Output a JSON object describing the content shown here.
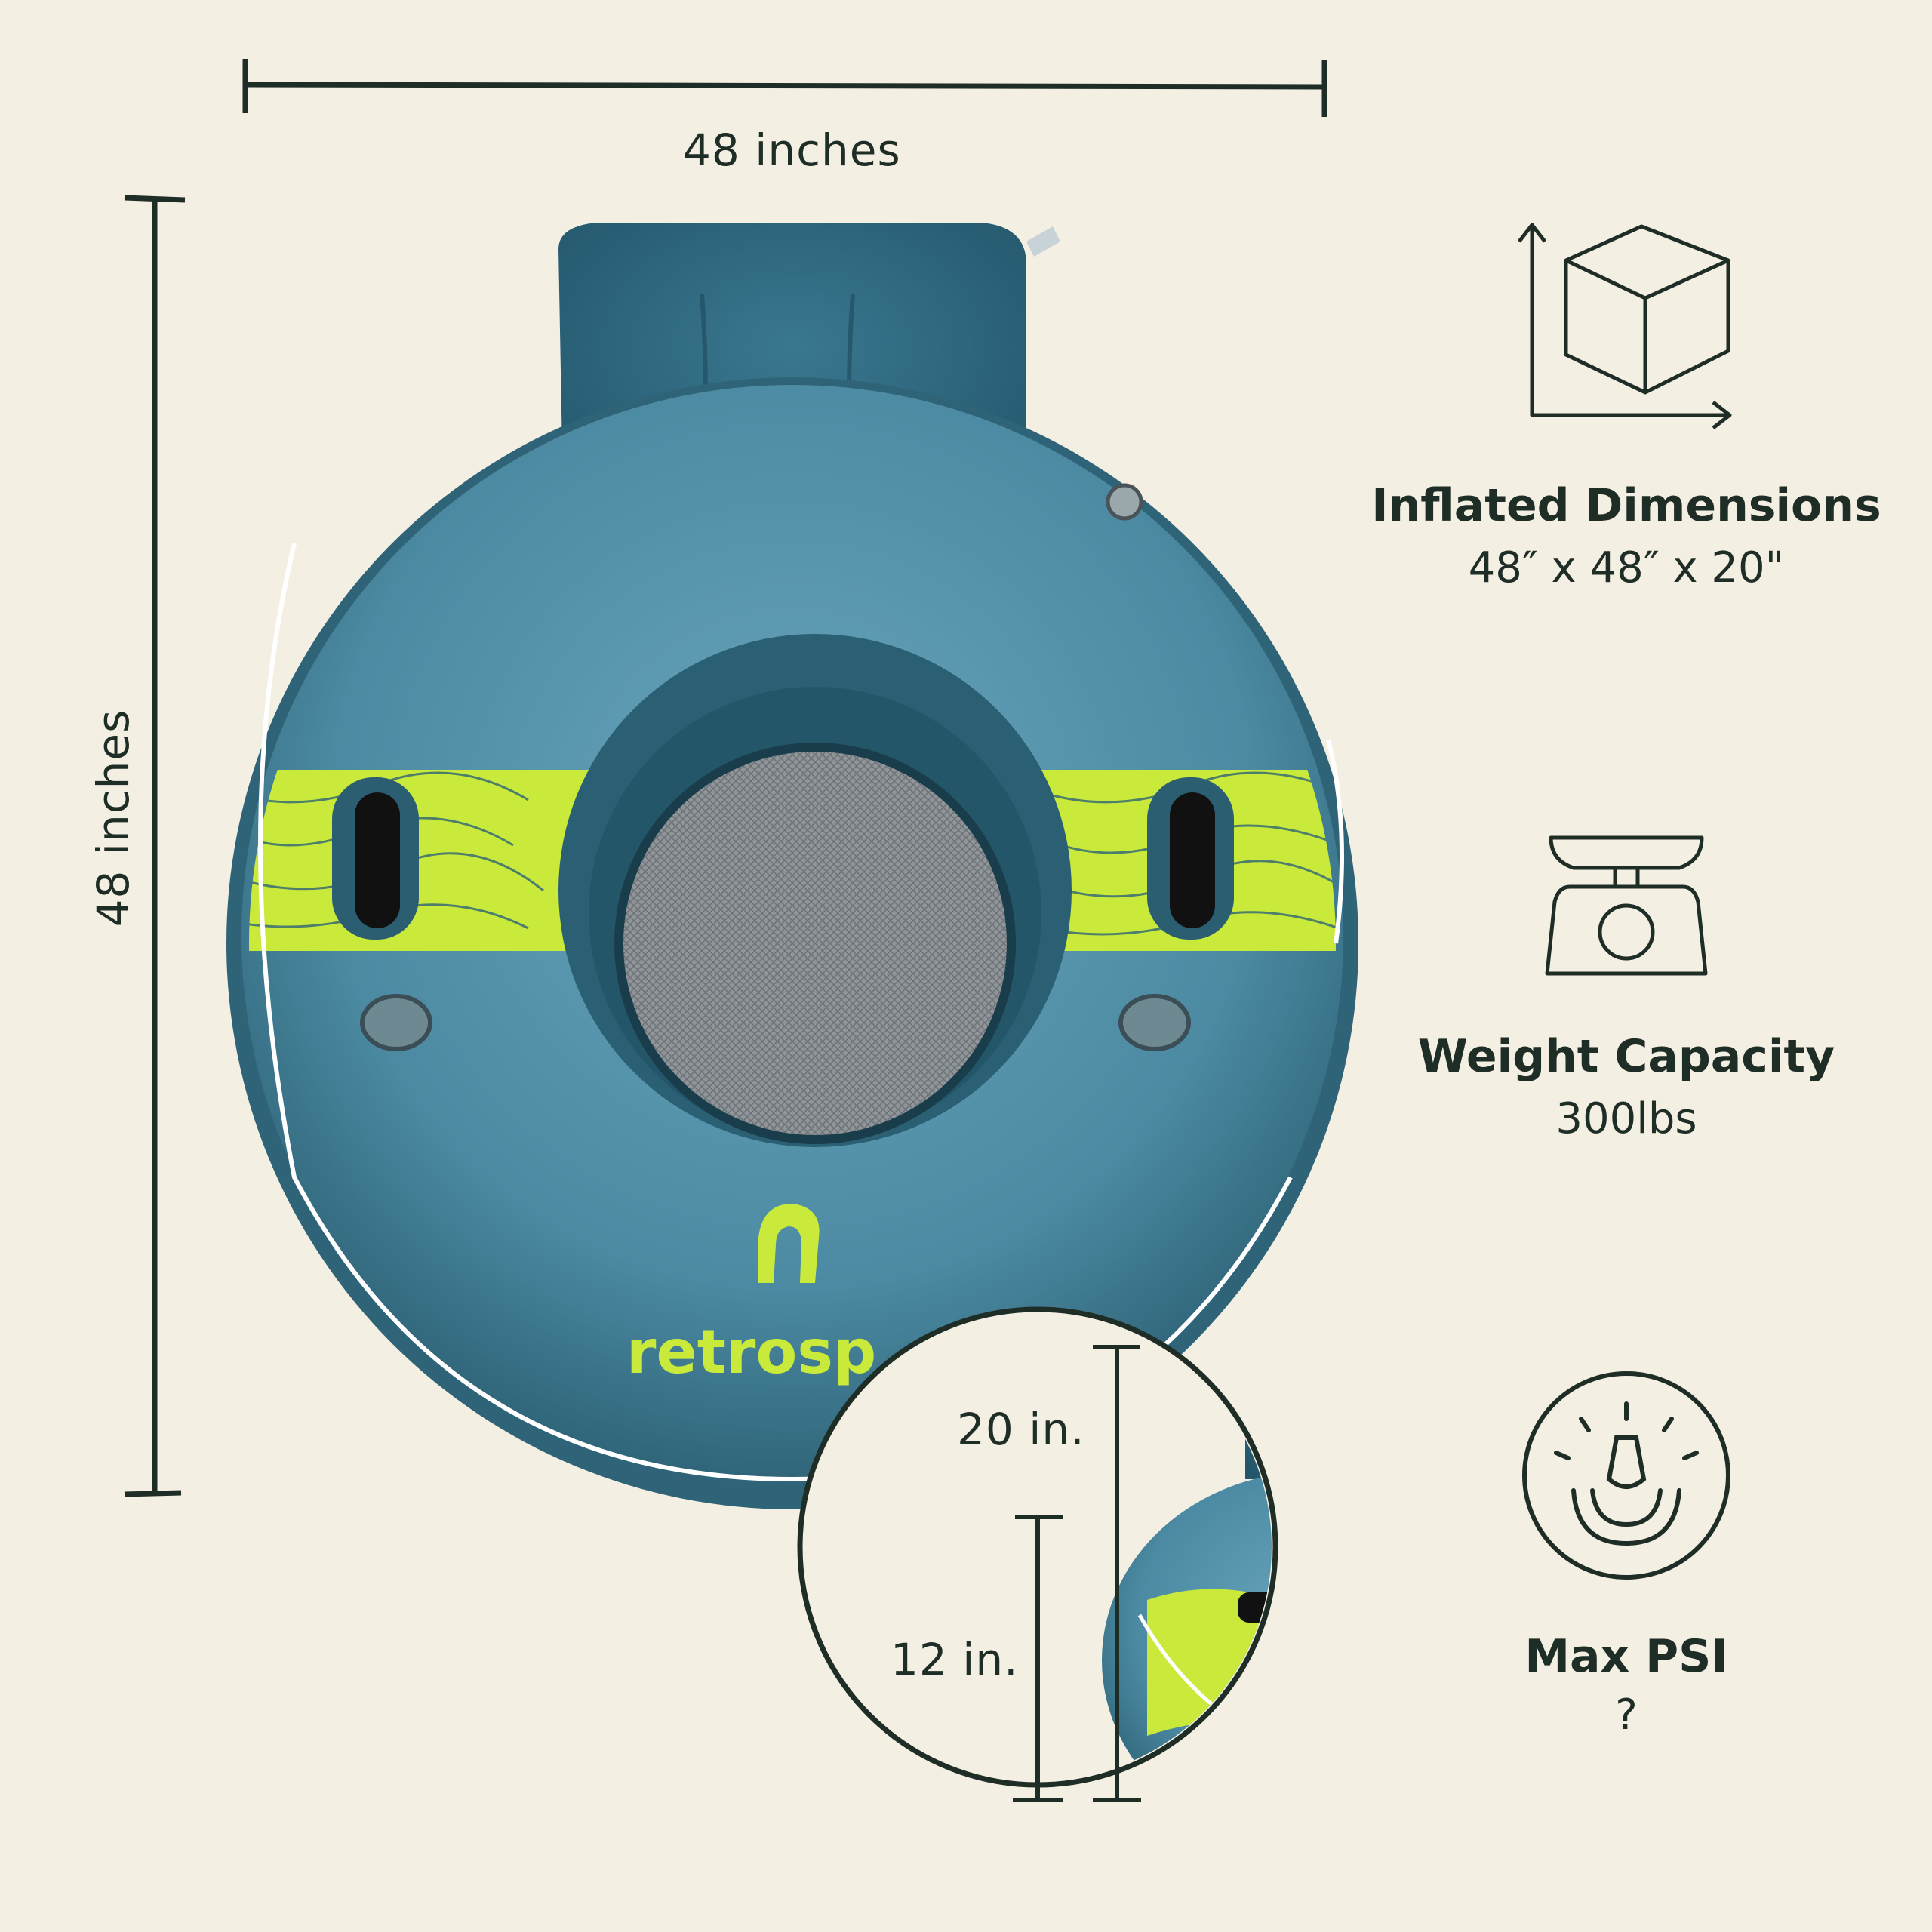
{
  "dimensions": {
    "width_label": "48 inches",
    "height_label": "48 inches",
    "detail_tall_label": "20 in.",
    "detail_short_label": "12 in."
  },
  "product": {
    "brand_text": "retrospec"
  },
  "specs": [
    {
      "icon": "box-dimensions-icon",
      "title": "Inflated Dimensions",
      "value": "48″ x 48″ x 20\""
    },
    {
      "icon": "weight-scale-icon",
      "title": "Weight Capacity",
      "value": "300lbs"
    },
    {
      "icon": "pressure-gauge-icon",
      "title": "Max PSI",
      "value": "?"
    }
  ],
  "colors": {
    "background": "#f4efe3",
    "tube_blue": "#4d8ca3",
    "tube_dark": "#2f6478",
    "accent_lime": "#c9ea3a",
    "ink": "#1f2d27"
  }
}
